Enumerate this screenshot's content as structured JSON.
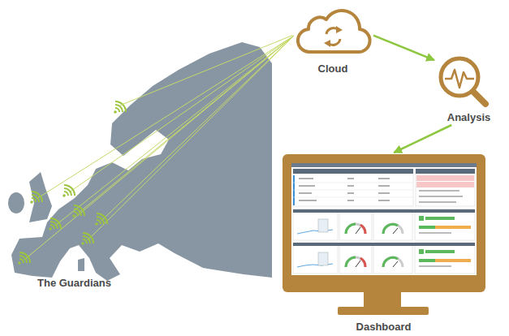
{
  "diagram": {
    "nodes": [
      {
        "text": [
          "The Guardians"
        ]
      },
      {
        "text": [
          "Cloud"
        ]
      },
      {
        "text": [
          "Analysis"
        ]
      },
      {
        "text": [
          "Dashboard"
        ]
      }
    ],
    "edges": [
      {
        "from": 0,
        "to": 1,
        "arrow": "none"
      },
      {
        "from": 1,
        "to": 2,
        "arrow": "to"
      },
      {
        "from": 2,
        "to": 3,
        "arrow": "to"
      }
    ]
  }
}
